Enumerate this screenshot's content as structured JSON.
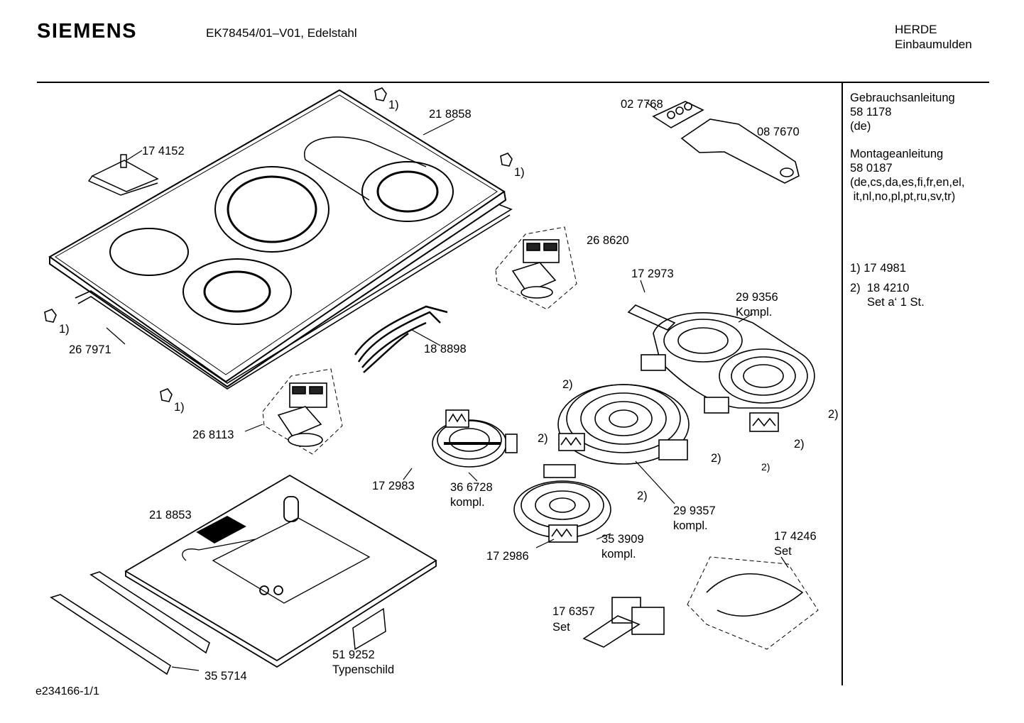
{
  "header": {
    "brand": "SIEMENS",
    "model": "EK78454/01–V01, Edelstahl",
    "category_line1": "HERDE",
    "category_line2": "Einbaumulden"
  },
  "sidebar": {
    "manual_title": "Gebrauchsanleitung",
    "manual_number": "58 1178",
    "manual_lang": "(de)",
    "mount_title": "Montageanleitung",
    "mount_number": "58 0187",
    "mount_lang1": "(de,cs,da,es,fi,fr,en,el,",
    "mount_lang2": " it,nl,no,pl,pt,ru,sv,tr)",
    "note1": "1) 17 4981",
    "note2": "2)  18 4210",
    "note2_sub": "Set a‘ 1 St."
  },
  "labels": {
    "p021": "1)",
    "p022": "1)",
    "p023": "1)",
    "p024": "1)",
    "p218858": "21 8858",
    "p174152": "17 4152",
    "p027768": "02 7768",
    "p087670": "08 7670",
    "p268620": "26 8620",
    "p267971": "26 7971",
    "p188898": "18 8898",
    "p172973": "17 2973",
    "p299356a": "29 9356",
    "p299356b": "Kompl.",
    "p268113": "26 8113",
    "p172983": "17 2983",
    "p366728a": "36 6728",
    "p366728b": "kompl.",
    "p218853": "21 8853",
    "p299357a": "29 9357",
    "p299357b": "kompl.",
    "p353909a": "35 3909",
    "p353909b": "kompl.",
    "p172986": "17 2986",
    "p174246a": "17 4246",
    "p174246b": "Set",
    "p176357a": "17 6357",
    "p176357b": "Set",
    "p519252a": "51 9252",
    "p519252b": "Typenschild",
    "p355714": "35 5714",
    "n2a": "2)",
    "n2b": "2)",
    "n2c": "2)",
    "n2d": "2)",
    "n2e": "2)",
    "n2f": "2)",
    "n2g": "2)"
  },
  "footer": {
    "drawing_id": "e234166-1/1"
  }
}
